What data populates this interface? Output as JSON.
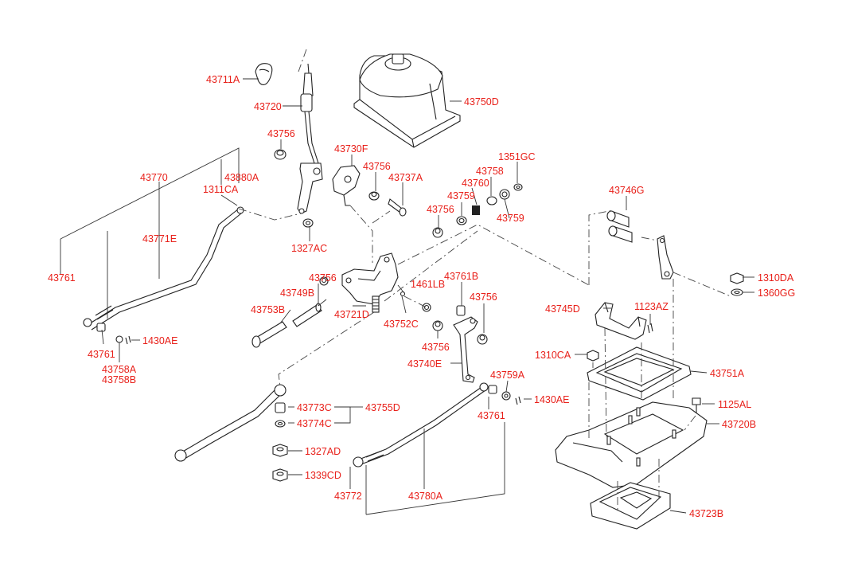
{
  "diagram": {
    "label_color": "#e8201a",
    "line_color": "#333333",
    "labels": [
      {
        "id": "l1",
        "text": "43711A"
      },
      {
        "id": "l2",
        "text": "43720"
      },
      {
        "id": "l3",
        "text": "43750D"
      },
      {
        "id": "l4",
        "text": "43756"
      },
      {
        "id": "l5",
        "text": "43730F"
      },
      {
        "id": "l6",
        "text": "43756"
      },
      {
        "id": "l7",
        "text": "43737A"
      },
      {
        "id": "l8",
        "text": "43758"
      },
      {
        "id": "l9",
        "text": "1351GC"
      },
      {
        "id": "l10",
        "text": "43760"
      },
      {
        "id": "l11",
        "text": "43759"
      },
      {
        "id": "l12",
        "text": "43756"
      },
      {
        "id": "l13",
        "text": "43759"
      },
      {
        "id": "l14",
        "text": "43746G"
      },
      {
        "id": "l15",
        "text": "43770"
      },
      {
        "id": "l16",
        "text": "43880A"
      },
      {
        "id": "l17",
        "text": "1311CA"
      },
      {
        "id": "l18",
        "text": "43771E"
      },
      {
        "id": "l19",
        "text": "1327AC"
      },
      {
        "id": "l20",
        "text": "43761"
      },
      {
        "id": "l21",
        "text": "43756"
      },
      {
        "id": "l22",
        "text": "43749B"
      },
      {
        "id": "l23",
        "text": "1461LB"
      },
      {
        "id": "l24",
        "text": "43761B"
      },
      {
        "id": "l25",
        "text": "43756"
      },
      {
        "id": "l26",
        "text": "1310DA"
      },
      {
        "id": "l27",
        "text": "1360GG"
      },
      {
        "id": "l28",
        "text": "43753B"
      },
      {
        "id": "l29",
        "text": "43721D"
      },
      {
        "id": "l30",
        "text": "43752C"
      },
      {
        "id": "l31",
        "text": "43745D"
      },
      {
        "id": "l32",
        "text": "1123AZ"
      },
      {
        "id": "l33",
        "text": "1430AE"
      },
      {
        "id": "l34",
        "text": "43761"
      },
      {
        "id": "l35",
        "text": "43758A"
      },
      {
        "id": "l36",
        "text": "43758B"
      },
      {
        "id": "l37",
        "text": "43756"
      },
      {
        "id": "l38",
        "text": "43740E"
      },
      {
        "id": "l39",
        "text": "1310CA"
      },
      {
        "id": "l40",
        "text": "43751A"
      },
      {
        "id": "l41",
        "text": "43759A"
      },
      {
        "id": "l42",
        "text": "1430AE"
      },
      {
        "id": "l43",
        "text": "43773C"
      },
      {
        "id": "l44",
        "text": "43755D"
      },
      {
        "id": "l45",
        "text": "43774C"
      },
      {
        "id": "l46",
        "text": "43761"
      },
      {
        "id": "l47",
        "text": "1125AL"
      },
      {
        "id": "l48",
        "text": "43720B"
      },
      {
        "id": "l49",
        "text": "1327AD"
      },
      {
        "id": "l50",
        "text": "1339CD"
      },
      {
        "id": "l51",
        "text": "43772"
      },
      {
        "id": "l52",
        "text": "43780A"
      },
      {
        "id": "l53",
        "text": "43723B"
      }
    ]
  }
}
